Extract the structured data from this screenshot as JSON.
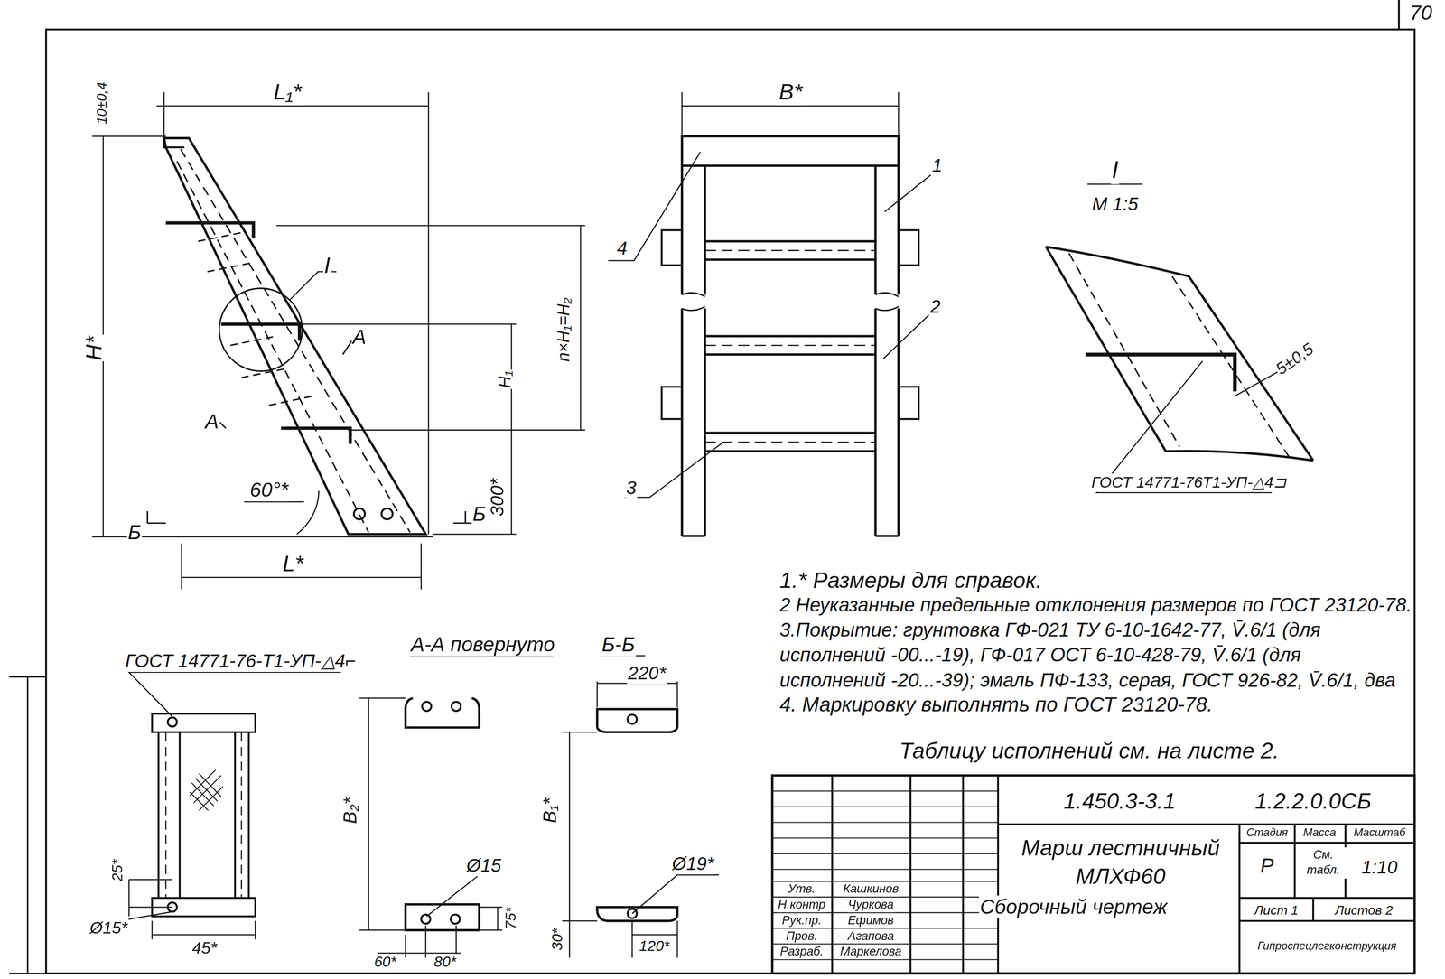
{
  "diagram": {
    "labels": [
      "70",
      "L₁*",
      "10±0,4",
      "H*",
      "I",
      "A",
      "A",
      "n×H₁=H₂",
      "H₁",
      "300*",
      "60°*",
      "Б",
      "Б",
      "L*",
      "В*",
      "1",
      "2",
      "3",
      "4",
      "I",
      "М 1:5",
      "5±0,5",
      "ГОСТ 14771-76Т1-УП-△4⊐",
      "1.* Размеры для справок.",
      "2 Неуказанные предельные отклонения размеров по ГОСТ 23120-78.",
      "3.Покрытие: грунтовка ГФ-021 ТУ 6-10-1642-77, V̄.6/1 (для исполнений -00...-19), ГФ-017 ОСТ 6-10-428-79, V̄.6/1 (для исполнений -20...-39); эмаль ПФ-133, серая, ГОСТ 926-82, V̄.6/1, два слоя.",
      "4. Маркировку выполнять по ГОСТ 23120-78.",
      "Таблицу исполнений см. на листе 2.",
      "ГОСТ 14771-76-Т1-УП-△4⌐",
      "А-А повернуто",
      "Б-Б",
      "220*",
      "В₂*",
      "В₁*",
      "Ø15",
      "Ø19*",
      "25*",
      "Ø15*",
      "45*",
      "75*",
      "60*",
      "80*",
      "30*",
      "120*",
      "1.450.3-3.1",
      "1.2.2.0.0СБ",
      "Марш лестничный МЛХФ60",
      "Сборочный чертеж",
      "Стадия",
      "Масса",
      "Масштаб",
      "Р",
      "См. табл.",
      "1:10",
      "Лист 1",
      "Листов 2",
      "Гипроспецлегконструкция",
      "Утв.",
      "Кашкинов",
      "Н.контр",
      "Чуркова",
      "Рук.пр.",
      "Ефимов",
      "Пров.",
      "Агапова",
      "Разраб.",
      "Маркелова"
    ]
  }
}
